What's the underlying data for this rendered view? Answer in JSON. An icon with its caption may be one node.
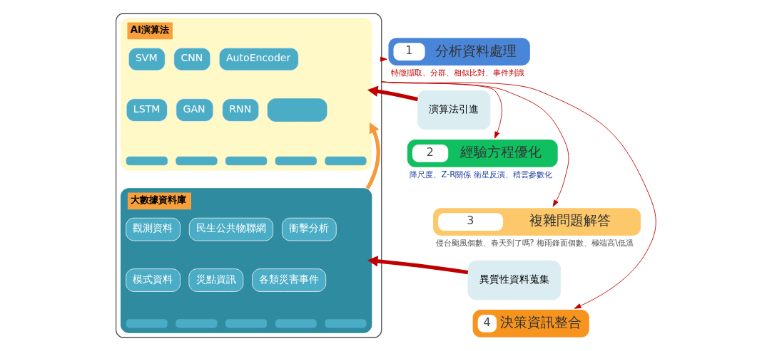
{
  "diagram": {
    "nodes": [
      {
        "text": [],
        "shape": "box"
      },
      {
        "text": [
          "AI演算法"
        ],
        "in": 0
      },
      {
        "text": [
          "SVM"
        ],
        "in": 1
      },
      {
        "text": [
          "CNN"
        ],
        "in": 1
      },
      {
        "text": [
          "AutoEncoder"
        ],
        "in": 1
      },
      {
        "text": [
          "LSTM"
        ],
        "in": 1
      },
      {
        "text": [
          "GAN"
        ],
        "in": 1
      },
      {
        "text": [
          "RNN"
        ],
        "in": 1
      },
      {
        "text": [],
        "shape": "box",
        "in": 1
      },
      {
        "text": [],
        "shape": "bar",
        "in": 1
      },
      {
        "text": [],
        "shape": "bar",
        "in": 1
      },
      {
        "text": [],
        "shape": "bar",
        "in": 1
      },
      {
        "text": [],
        "shape": "bar",
        "in": 1
      },
      {
        "text": [],
        "shape": "bar",
        "in": 1
      },
      {
        "text": [
          "大數據資料庫"
        ],
        "in": 0
      },
      {
        "text": [
          "觀測資料"
        ],
        "in": 14
      },
      {
        "text": [
          "民生公共物聯網"
        ],
        "in": 14
      },
      {
        "text": [
          "衝擊分析"
        ],
        "in": 14
      },
      {
        "text": [
          "模式資料"
        ],
        "in": 14
      },
      {
        "text": [
          "災點資訊"
        ],
        "in": 14
      },
      {
        "text": [
          "各類災害事件"
        ],
        "in": 14
      },
      {
        "text": [],
        "shape": "bar",
        "in": 14
      },
      {
        "text": [],
        "shape": "bar",
        "in": 14
      },
      {
        "text": [],
        "shape": "bar",
        "in": 14
      },
      {
        "text": [],
        "shape": "bar",
        "in": 14
      },
      {
        "text": [],
        "shape": "bar",
        "in": 14
      },
      {
        "text": [
          "演算法引進"
        ]
      },
      {
        "text": [
          "異質性資料蒐集"
        ]
      },
      {
        "text": [
          "1",
          "分析資料處理"
        ],
        "beside": [
          "特徵擷取、分群、相似比對、事件判識"
        ]
      },
      {
        "text": [
          "2",
          "經驗方程優化"
        ],
        "beside": [
          "降尺度、Z-R關係 衛星反演、積雲參數化"
        ]
      },
      {
        "text": [
          "3",
          "複雜問題解答"
        ],
        "beside": [
          "侵台颱風個數、春天到了嗎? 梅雨鋒面個數、極端高\\低溫"
        ]
      },
      {
        "text": [
          "4",
          "決策資訊整合"
        ]
      }
    ],
    "edges": [
      {
        "from": 26,
        "to": 1,
        "arrow": "to",
        "style": "thick"
      },
      {
        "from": 27,
        "to": 14,
        "arrow": "to",
        "style": "thick"
      },
      {
        "from": 14,
        "to": 1,
        "arrow": "to",
        "style": "thick",
        "color": "#f59a3c"
      },
      {
        "from": 0,
        "to": 28,
        "arrow": "to"
      },
      {
        "from": 0,
        "to": 29,
        "arrow": "to"
      },
      {
        "from": 0,
        "to": 30,
        "arrow": "to"
      },
      {
        "from": 0,
        "to": 31,
        "arrow": "to"
      }
    ]
  }
}
